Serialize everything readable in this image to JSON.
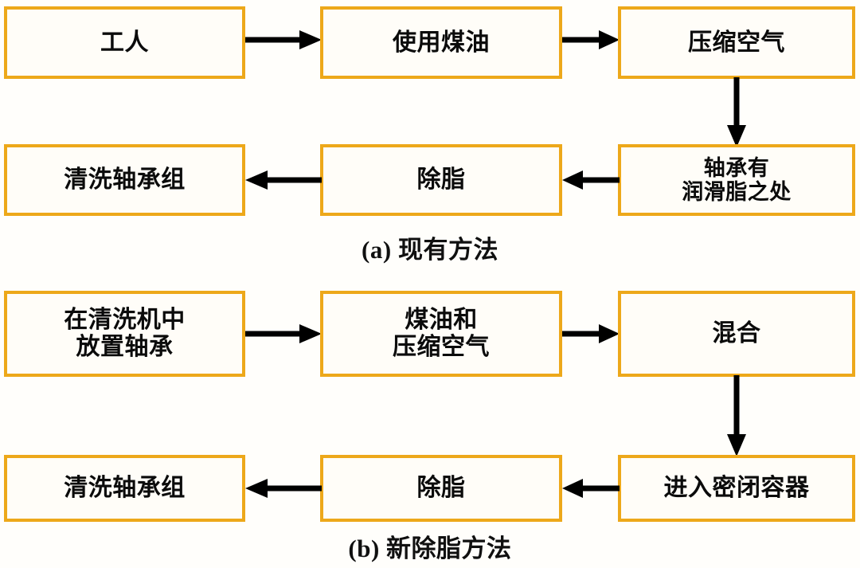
{
  "figure": {
    "title": "Bearing degreasing process comparison",
    "accent_color": "#eda81a",
    "box_fill_color": "#fffdf8",
    "arrow_color": "#000000",
    "background_color": "#fffefb",
    "text_color": "#0b0b0b"
  },
  "charts": [
    {
      "id": "a",
      "caption": "(a) 现有方法",
      "nodes": [
        {
          "id": "a1",
          "label": "工人"
        },
        {
          "id": "a2",
          "label": "使用煤油"
        },
        {
          "id": "a3",
          "label": "压缩空气"
        },
        {
          "id": "a4",
          "label": "轴承有\n润滑脂之处"
        },
        {
          "id": "a5",
          "label": "除脂"
        },
        {
          "id": "a6",
          "label": "清洗轴承组"
        }
      ],
      "edges": [
        {
          "id": "a1",
          "from": "a1",
          "to": "a2",
          "direction": "right"
        },
        {
          "id": "a2",
          "from": "a2",
          "to": "a3",
          "direction": "right"
        },
        {
          "id": "a3",
          "from": "a3",
          "to": "a4",
          "direction": "down"
        },
        {
          "id": "a4",
          "from": "a4",
          "to": "a5",
          "direction": "left"
        },
        {
          "id": "a5",
          "from": "a5",
          "to": "a6",
          "direction": "left"
        }
      ]
    },
    {
      "id": "b",
      "caption": "(b) 新除脂方法",
      "nodes": [
        {
          "id": "b1",
          "label": "在清洗机中\n放置轴承"
        },
        {
          "id": "b2",
          "label": "煤油和\n压缩空气"
        },
        {
          "id": "b3",
          "label": "混合"
        },
        {
          "id": "b4",
          "label": "进入密闭容器"
        },
        {
          "id": "b5",
          "label": "除脂"
        },
        {
          "id": "b6",
          "label": "清洗轴承组"
        }
      ],
      "edges": [
        {
          "id": "b1",
          "from": "b1",
          "to": "b2",
          "direction": "right"
        },
        {
          "id": "b2",
          "from": "b2",
          "to": "b3",
          "direction": "right"
        },
        {
          "id": "b3",
          "from": "b3",
          "to": "b4",
          "direction": "down"
        },
        {
          "id": "b4",
          "from": "b4",
          "to": "b5",
          "direction": "left"
        },
        {
          "id": "b5",
          "from": "b5",
          "to": "b6",
          "direction": "left"
        }
      ]
    }
  ]
}
